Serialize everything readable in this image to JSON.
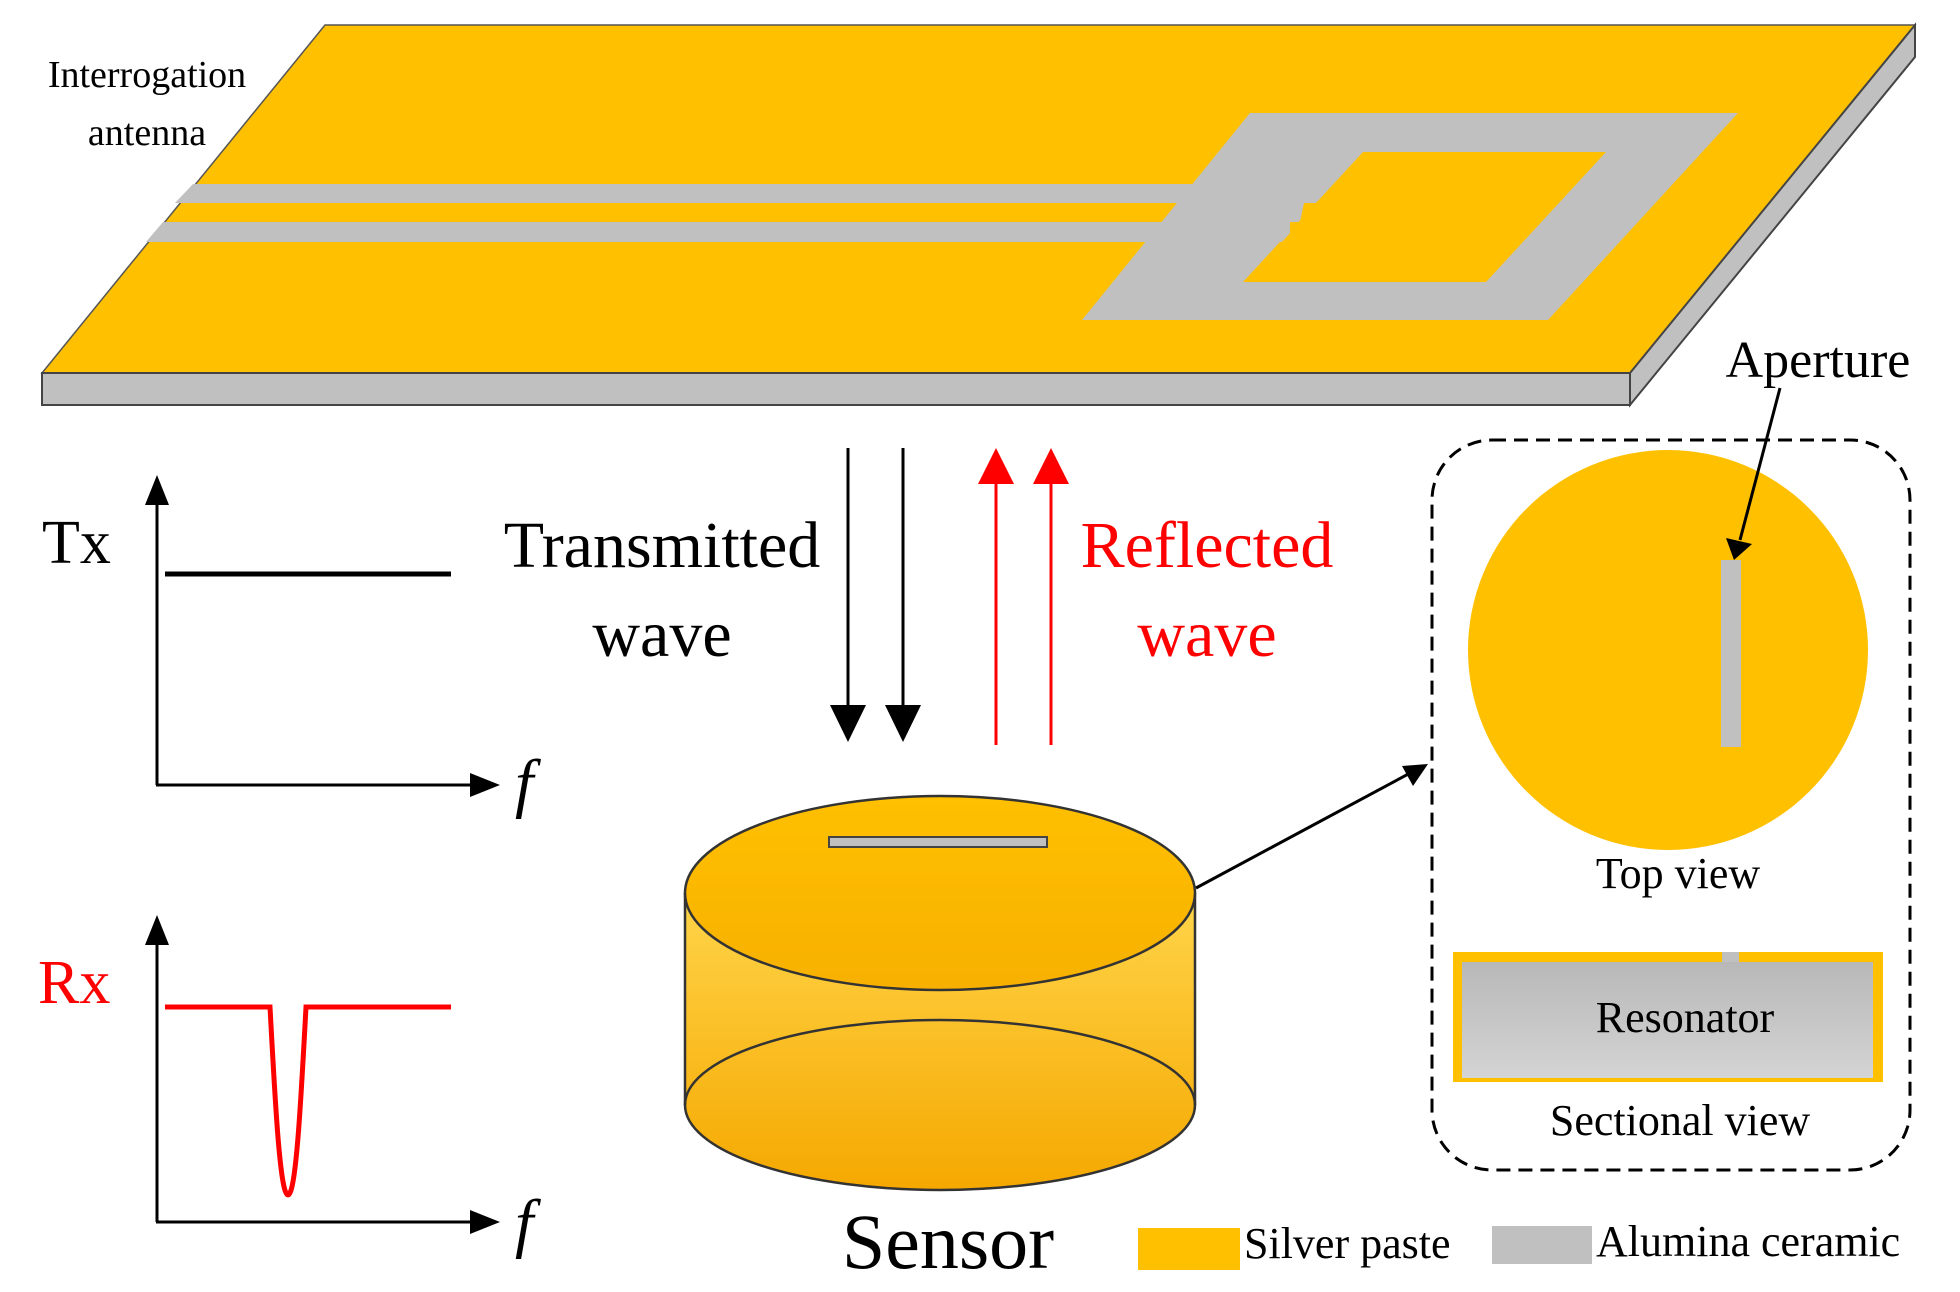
{
  "antenna": {
    "label_line1": "Interrogation",
    "label_line2": "antenna"
  },
  "waves": {
    "transmitted_line1": "Transmitted",
    "transmitted_line2": "wave",
    "reflected_line1": "Reflected",
    "reflected_line2": "wave"
  },
  "graphs": {
    "tx_label": "Tx",
    "rx_label": "Rx",
    "x_axis_symbol": "f"
  },
  "sensor": {
    "label": "Sensor"
  },
  "detail": {
    "aperture_label": "Aperture",
    "top_view_label": "Top view",
    "resonator_label": "Resonator",
    "sectional_view_label": "Sectional view"
  },
  "legend": {
    "items": [
      {
        "label": "Silver paste",
        "color": "#FFC000"
      },
      {
        "label": "Alumina ceramic",
        "color": "#C0C0C0"
      }
    ]
  },
  "colors": {
    "silver_paste": "#FFC000",
    "alumina_ceramic": "#C0C0C0",
    "reflected": "#FF0000",
    "transmitted": "#000000"
  }
}
